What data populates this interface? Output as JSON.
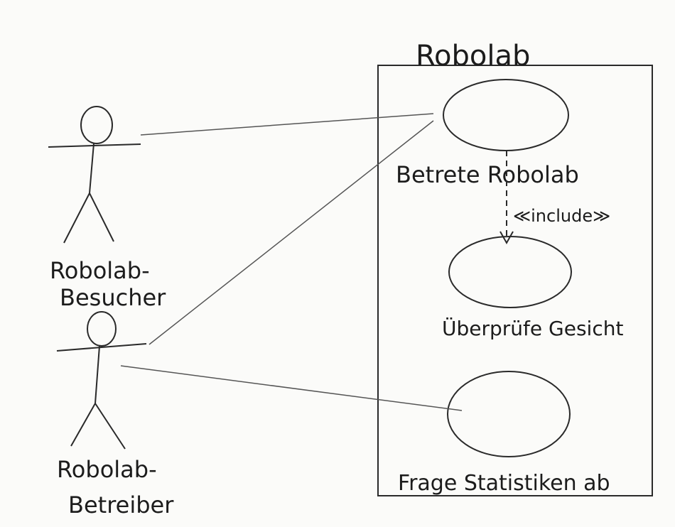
{
  "diagram": {
    "system": {
      "title": "Robolab"
    },
    "actors": [
      {
        "id": "visitor",
        "label_line1": "Robolab-",
        "label_line2": "Besucher"
      },
      {
        "id": "operator",
        "label_line1": "Robolab-",
        "label_line2": "Betreiber"
      }
    ],
    "use_cases": [
      {
        "id": "enter",
        "label": "Betrete Robolab"
      },
      {
        "id": "check_face",
        "label": "Überprüfe Gesicht"
      },
      {
        "id": "stats",
        "label": "Frage Statistiken ab"
      }
    ],
    "include_label": "≪include≫",
    "associations": [
      {
        "from": "visitor",
        "to": "enter"
      },
      {
        "from": "operator",
        "to": "enter"
      },
      {
        "from": "operator",
        "to": "stats"
      }
    ],
    "includes": [
      {
        "from": "enter",
        "to": "check_face"
      }
    ],
    "colors": {
      "ink": "#1c1c1c",
      "line": "#555555",
      "paper": "#fbfbf9"
    }
  }
}
